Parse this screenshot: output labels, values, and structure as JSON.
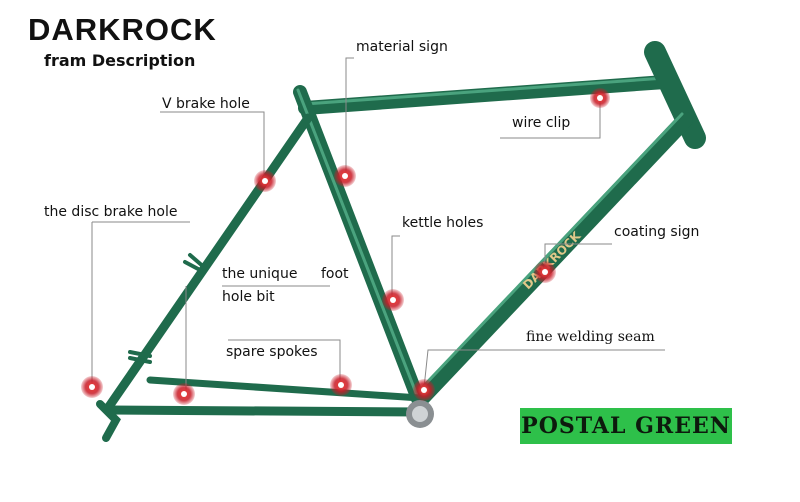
{
  "title": "DARKROCK",
  "subtitle": "fram Description",
  "labels": {
    "material_sign": "material sign",
    "v_brake_hole": "V brake hole",
    "wire_clip": "wire clip",
    "disc_brake_hole": "the disc brake hole",
    "kettle_holes": "kettle holes",
    "coating_sign": "coating sign",
    "unique_hole_bit_1": "the unique",
    "unique_hole_bit_foot": "foot",
    "unique_hole_bit_2": "hole bit",
    "spare_spokes": "spare spokes",
    "fine_welding_seam": "fine welding seam"
  },
  "frame_decal": "DARKROCK",
  "badge": "POSTAL GREEN",
  "colors": {
    "frame": "#1f6b4c",
    "frame_highlight": "#3f9a74",
    "marker": "#d21f2a",
    "badge": "#2ec04a"
  }
}
